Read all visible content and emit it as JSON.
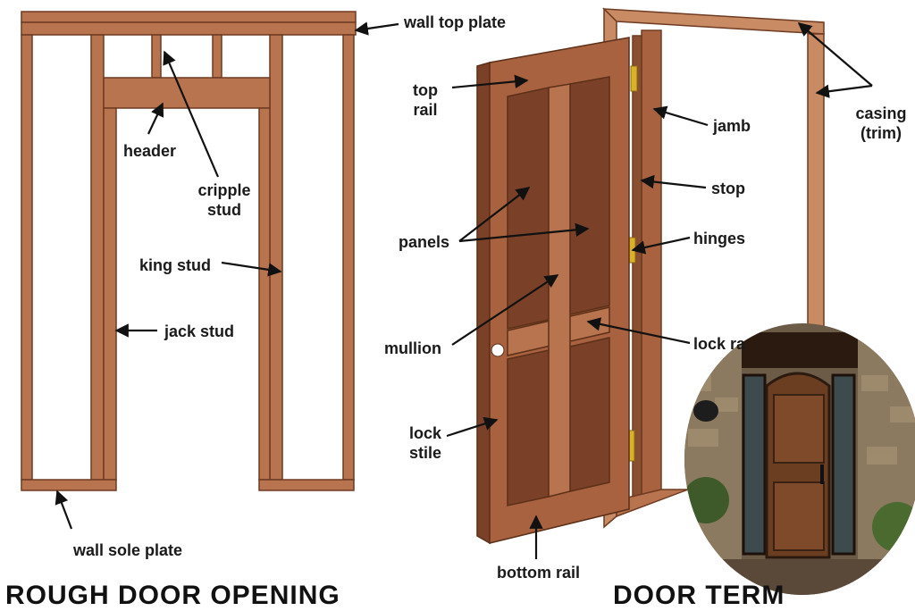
{
  "colors": {
    "wood": "#b8734f",
    "wood_dark": "#8a4e30",
    "wood_light": "#c98b64",
    "door_face": "#9a5a3a",
    "panel": "#7a4128",
    "hinge": "#d9b22a",
    "arrow": "#111111",
    "photo_bg": "#2b1a10"
  },
  "labels": {
    "wall_top_plate": "wall top plate",
    "header": "header",
    "cripple_stud_l1": "cripple",
    "cripple_stud_l2": "stud",
    "king_stud": "king stud",
    "jack_stud": "jack stud",
    "wall_sole_plate": "wall sole plate",
    "top_rail_l1": "top",
    "top_rail_l2": "rail",
    "panels": "panels",
    "mullion": "mullion",
    "lock_stile_l1": "lock",
    "lock_stile_l2": "stile",
    "bottom_rail": "bottom rail",
    "jamb": "jamb",
    "stop": "stop",
    "hinges": "hinges",
    "lock_rail": "lock ra",
    "casing_l1": "casing",
    "casing_l2": "(trim)"
  },
  "titles": {
    "left": "ROUGH DOOR OPENING",
    "right": "DOOR TERM"
  },
  "icons": {
    "door_photo": "front-door-photo",
    "doorknob": "doorknob-icon"
  }
}
